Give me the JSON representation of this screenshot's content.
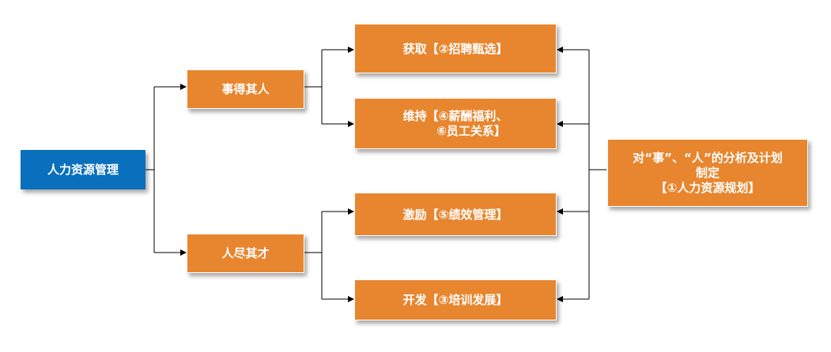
{
  "root": {
    "label": "人力资源管理",
    "color": "#0a6fbd"
  },
  "branches": [
    {
      "label": "事得其人"
    },
    {
      "label": "人尽其才"
    }
  ],
  "functions": [
    {
      "lines": [
        "获取【②招聘甄选】"
      ]
    },
    {
      "lines": [
        "维持【④薪酬福利、",
        "⑥员工关系】"
      ]
    },
    {
      "lines": [
        "激励【⑤绩效管理】"
      ]
    },
    {
      "lines": [
        "开发【③培训发展】"
      ]
    }
  ],
  "planning": {
    "lines": [
      "对“事”、“人”的分析及计划",
      "制定",
      "【①人力资源规划】"
    ]
  },
  "colors": {
    "box_fill": "#e8862f",
    "root_fill": "#0a6fbd",
    "connector": "#000000"
  }
}
